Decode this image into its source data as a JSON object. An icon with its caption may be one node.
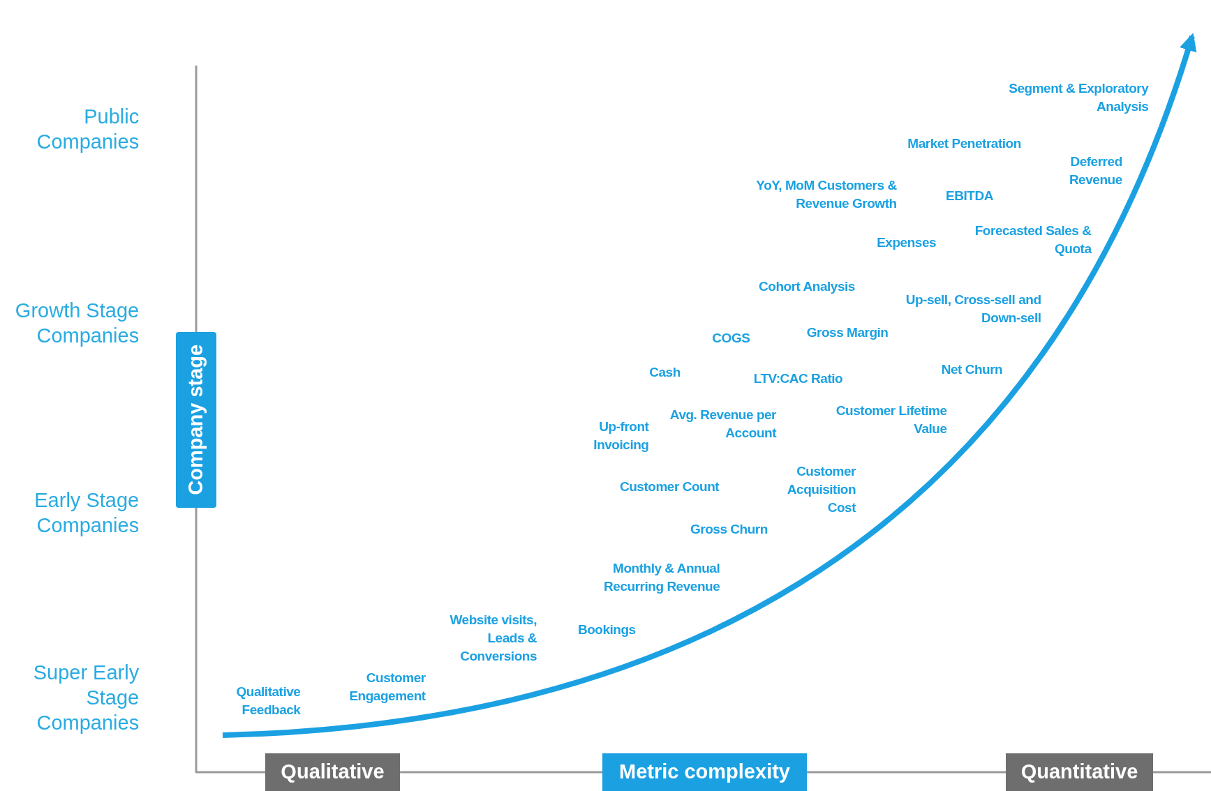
{
  "diagram": {
    "nodes": [
      {
        "text": [
          "Company stage"
        ]
      },
      {
        "text": [
          "Qualitative"
        ]
      },
      {
        "text": [
          "Metric complexity"
        ]
      },
      {
        "text": [
          "Quantitative"
        ]
      }
    ],
    "edges": [],
    "labels": [
      "Segment & Exploratory Analysis",
      "Public Companies",
      "Market Penetration",
      "Deferred Revenue",
      "YoY, MoM Customers & Revenue Growth",
      "EBITDA",
      "Forecasted Sales & Quota",
      "Expenses",
      "Cohort Analysis",
      "Up-sell, Cross-sell and Down-sell",
      "Growth Stage Companies",
      "Gross Margin",
      "COGS",
      "Net Churn",
      "Cash",
      "LTV:CAC Ratio",
      "Customer Lifetime Value",
      "Avg. Revenue per Account",
      "Up-front Invoicing",
      "Customer Acquisition Cost",
      "Customer Count",
      "Early Stage Companies",
      "Gross Churn",
      "Monthly & Annual Recurring Revenue",
      "Website visits, Leads & Conversions",
      "Bookings",
      "Super Early Stage Companies",
      "Customer Engagement",
      "Qualitative Feedback"
    ]
  }
}
